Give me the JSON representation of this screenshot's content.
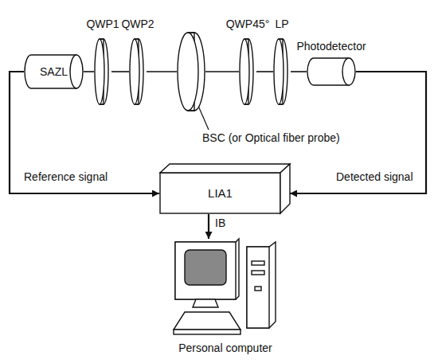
{
  "diagram": {
    "nodes": [
      {
        "text": [
          "SAZL"
        ]
      },
      {
        "text": [
          "QWP1"
        ]
      },
      {
        "text": [
          "QWP2"
        ]
      },
      {
        "text": [
          "BSC (or Optical fiber probe)"
        ]
      },
      {
        "text": [
          "QWP45°"
        ]
      },
      {
        "text": [
          "LP"
        ]
      },
      {
        "text": [
          "Photodetector"
        ]
      },
      {
        "text": [
          "LIA1"
        ]
      },
      {
        "text": [
          "Personal computer"
        ]
      }
    ],
    "edges": [
      {
        "from": 0,
        "to": 7,
        "label": "Reference signal",
        "arrow": "to"
      },
      {
        "from": 6,
        "to": 7,
        "label": "Detected signal",
        "arrow": "to"
      },
      {
        "from": 7,
        "to": 8,
        "label": "IB",
        "arrow": "to"
      },
      {
        "from": 0,
        "to": 1,
        "arrow": "none"
      },
      {
        "from": 1,
        "to": 2,
        "arrow": "none"
      },
      {
        "from": 2,
        "to": 3,
        "arrow": "none"
      },
      {
        "from": 3,
        "to": 4,
        "arrow": "none"
      },
      {
        "from": 4,
        "to": 5,
        "arrow": "none"
      },
      {
        "from": 5,
        "to": 6,
        "arrow": "none"
      }
    ]
  }
}
